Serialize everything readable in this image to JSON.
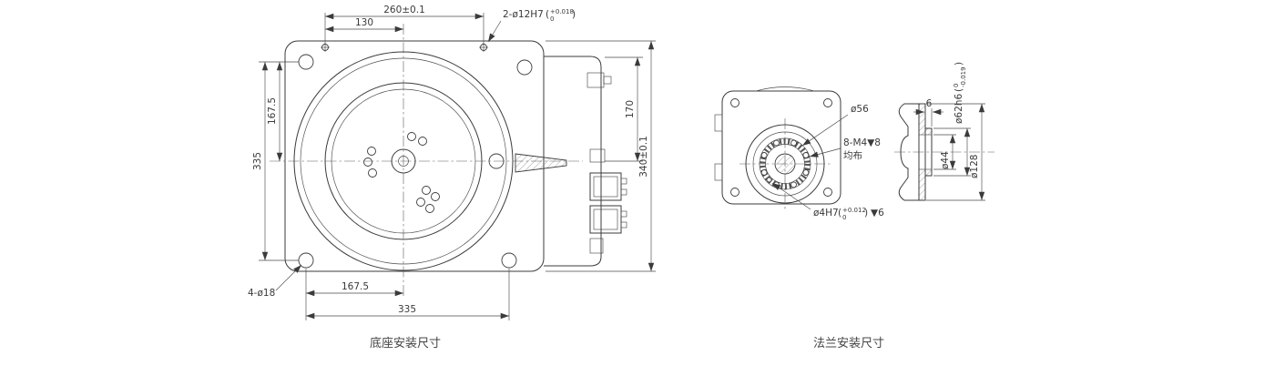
{
  "captions": {
    "left": "底座安装尺寸",
    "right": "法兰安装尺寸"
  },
  "symbols": {
    "paren_open": "(",
    "paren_close": ")"
  },
  "base_view": {
    "dims": {
      "width_outer": "260±0.1",
      "width_half": "130",
      "left_half": "167.5",
      "left_full": "335",
      "right_inner": "170",
      "right_full": "340±0.1",
      "bottom_half": "167.5",
      "bottom_full": "335"
    },
    "labels": {
      "dowel_holes": "2-ø12H7",
      "dowel_tol_upper": "+0.018",
      "dowel_tol_lower": "0",
      "corner_holes": "4-ø18"
    }
  },
  "flange_view": {
    "labels": {
      "bolt_circle_dia": "ø56",
      "tapped_holes": "8-M4▼8",
      "tapped_holes_note": "均布",
      "dowel_hole": "ø4H7",
      "dowel_tol_upper": "+0.012",
      "dowel_tol_lower": "0",
      "dowel_depth": "▼6"
    },
    "dims": {
      "spigot_height": "6",
      "spigot_dia": "ø62h6",
      "spigot_tol_upper": "0",
      "spigot_tol_lower": "-0.019",
      "bore_dia": "ø44",
      "flange_dia": "ø128"
    }
  }
}
